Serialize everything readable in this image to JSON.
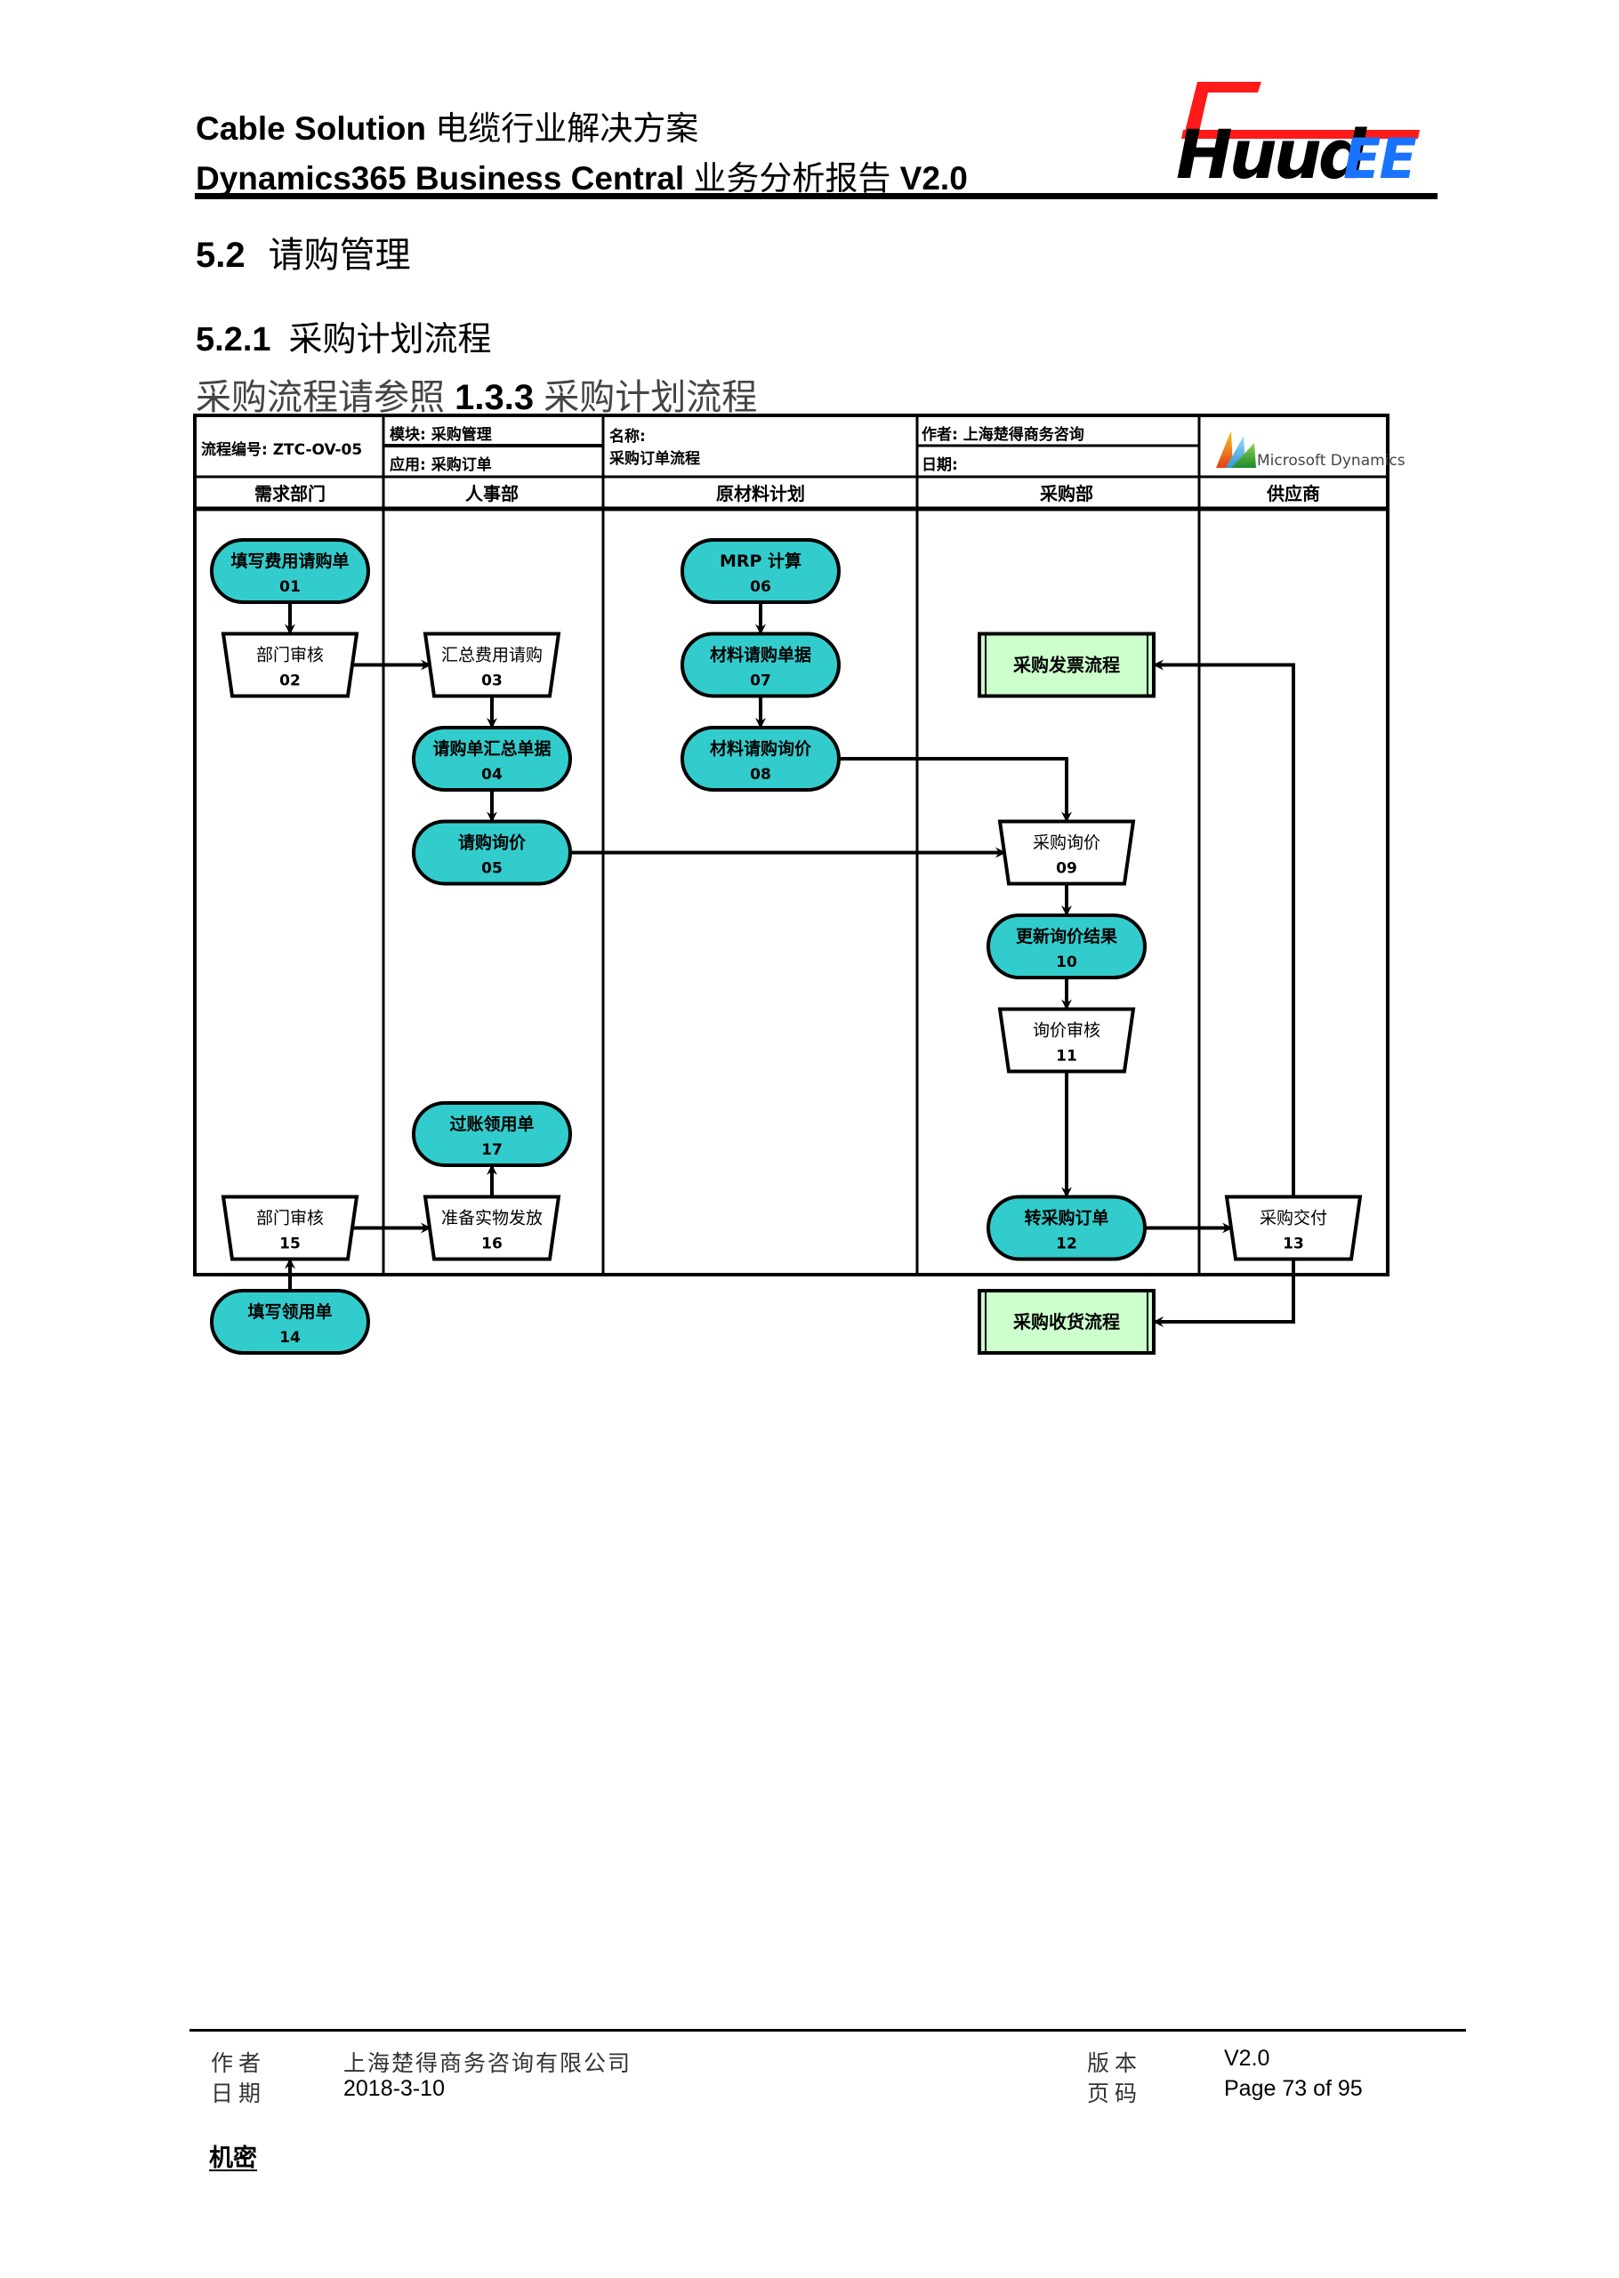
{
  "header": {
    "line1_latin": "Cable Solution",
    "line1_cjk": "电缆行业解决方案",
    "line2_latin": "Dynamics365 Business Central",
    "line2_cjk": "业务分析报告",
    "line2_version": "V2.0",
    "logo_text_main": "Huud",
    "logo_text_accent": "EE",
    "logo_colors": {
      "red": "#ff1a1a",
      "black": "#000000",
      "blue": "#1a73ff"
    }
  },
  "section": {
    "number": "5.2",
    "title": "请购管理"
  },
  "subsection": {
    "number": "5.2.1",
    "title": "采购计划流程"
  },
  "note": {
    "prefix": "采购流程请参照",
    "ref": "1.3.3",
    "suffix": "采购计划流程"
  },
  "flowchart": {
    "info": {
      "process_no": "流程编号: ZTC-OV-05",
      "module": "模块: 采购管理",
      "application": "应用: 采购订单",
      "name_label": "名称:",
      "name_value": "采购订单流程",
      "author": "作者: 上海楚得商务咨询",
      "date": "日期:",
      "brand": "Microsoft Dynamics"
    },
    "lanes": [
      "需求部门",
      "人事部",
      "原材料计划",
      "采购部",
      "供应商"
    ],
    "colors": {
      "activity": "#33cccc",
      "subprocess": "#ccffcc",
      "line": "#000000"
    },
    "nodes": [
      {
        "id": "01",
        "label": "填写费用请购单",
        "type": "activity",
        "lane": "需求部门"
      },
      {
        "id": "02",
        "label": "部门审核",
        "type": "manual",
        "lane": "需求部门"
      },
      {
        "id": "03",
        "label": "汇总费用请购",
        "type": "manual",
        "lane": "人事部"
      },
      {
        "id": "04",
        "label": "请购单汇总单据",
        "type": "activity",
        "lane": "人事部"
      },
      {
        "id": "05",
        "label": "请购询价",
        "type": "activity",
        "lane": "人事部"
      },
      {
        "id": "06",
        "label": "MRP 计算",
        "type": "activity",
        "lane": "原材料计划"
      },
      {
        "id": "07",
        "label": "材料请购单据",
        "type": "activity",
        "lane": "原材料计划"
      },
      {
        "id": "08",
        "label": "材料请购询价",
        "type": "activity",
        "lane": "原材料计划"
      },
      {
        "id": "09",
        "label": "采购询价",
        "type": "manual",
        "lane": "采购部"
      },
      {
        "id": "10",
        "label": "更新询价结果",
        "type": "activity",
        "lane": "采购部"
      },
      {
        "id": "11",
        "label": "询价审核",
        "type": "manual",
        "lane": "采购部"
      },
      {
        "id": "12",
        "label": "转采购订单",
        "type": "activity",
        "lane": "采购部"
      },
      {
        "id": "13",
        "label": "采购交付",
        "type": "manual",
        "lane": "供应商"
      },
      {
        "id": "14",
        "label": "填写领用单",
        "type": "activity",
        "lane": "需求部门"
      },
      {
        "id": "15",
        "label": "部门审核",
        "type": "manual",
        "lane": "需求部门"
      },
      {
        "id": "16",
        "label": "准备实物发放",
        "type": "manual",
        "lane": "人事部"
      },
      {
        "id": "17",
        "label": "过账领用单",
        "type": "activity",
        "lane": "人事部"
      },
      {
        "id": "INV",
        "label": "采购发票流程",
        "type": "subprocess",
        "lane": "采购部"
      },
      {
        "id": "RCV",
        "label": "采购收货流程",
        "type": "subprocess",
        "lane": "采购部"
      }
    ],
    "edges": [
      [
        "01",
        "02"
      ],
      [
        "02",
        "03"
      ],
      [
        "03",
        "04"
      ],
      [
        "04",
        "05"
      ],
      [
        "05",
        "09"
      ],
      [
        "06",
        "07"
      ],
      [
        "07",
        "08"
      ],
      [
        "08",
        "09"
      ],
      [
        "09",
        "10"
      ],
      [
        "10",
        "11"
      ],
      [
        "11",
        "12"
      ],
      [
        "12",
        "13"
      ],
      [
        "13",
        "INV"
      ],
      [
        "13",
        "RCV"
      ],
      [
        "14",
        "15"
      ],
      [
        "15",
        "16"
      ],
      [
        "16",
        "17"
      ]
    ]
  },
  "footer": {
    "author_label": "作者",
    "author_value": "上海楚得商务咨询有限公司",
    "date_label": "日期",
    "date_value": "2018-3-10",
    "version_label": "版本",
    "version_value": "V2.0",
    "page_label": "页码",
    "page_value": "Page 73 of 95",
    "confidential": "机密"
  }
}
